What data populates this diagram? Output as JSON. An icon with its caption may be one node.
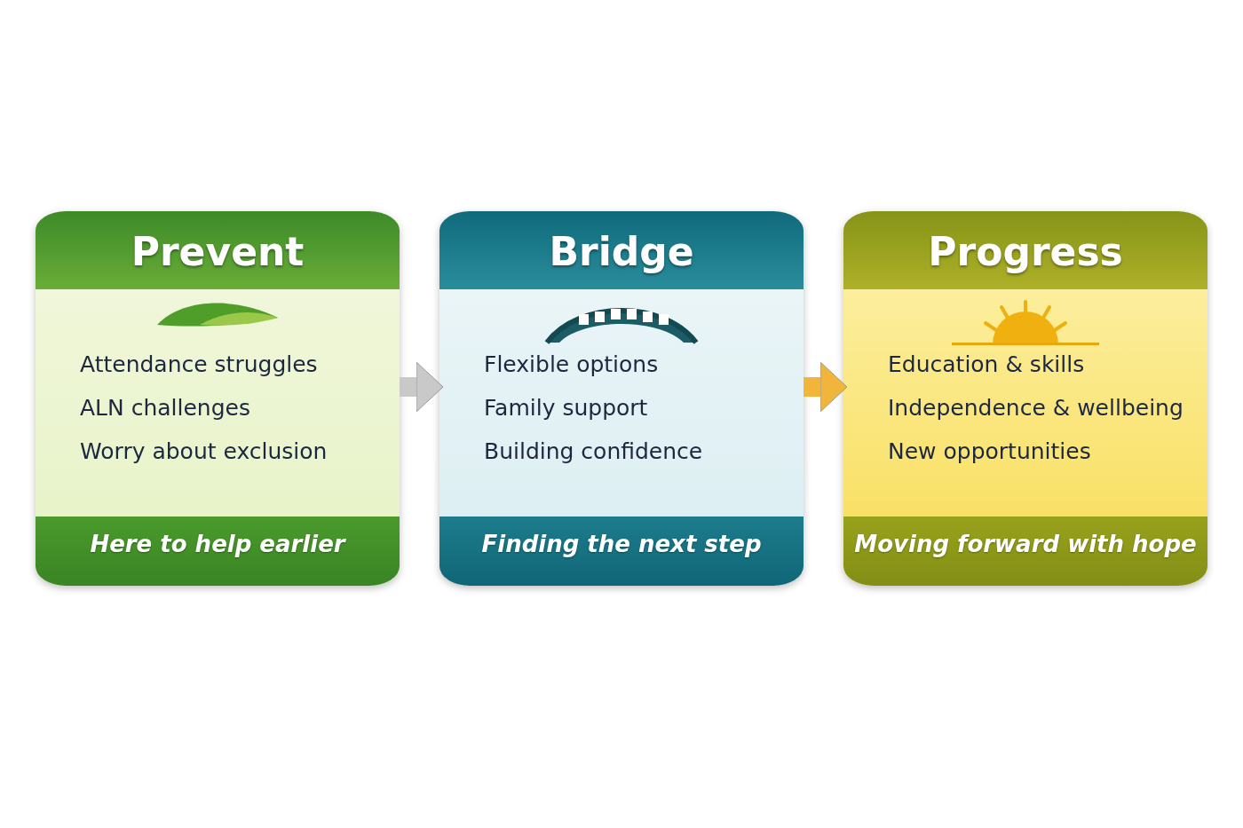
{
  "diagram": {
    "nodes": [
      {
        "text": [
          "Prevent",
          "Attendance struggles",
          "ALN challenges",
          "Worry about exclusion",
          "Here to help earlier"
        ]
      },
      {
        "text": [
          "Bridge",
          "Flexible options",
          "Family support",
          "Building confidence",
          "Finding the next step"
        ]
      },
      {
        "text": [
          "Progress",
          "Education & skills",
          "Independence & wellbeing",
          "New opportunities",
          "Moving forward with hope"
        ]
      }
    ],
    "edges": [
      {
        "from": 0,
        "to": 1,
        "arrow": "to",
        "color": "#c9c9c9"
      },
      {
        "from": 1,
        "to": 2,
        "arrow": "to",
        "color": "#f0b53a"
      }
    ]
  }
}
